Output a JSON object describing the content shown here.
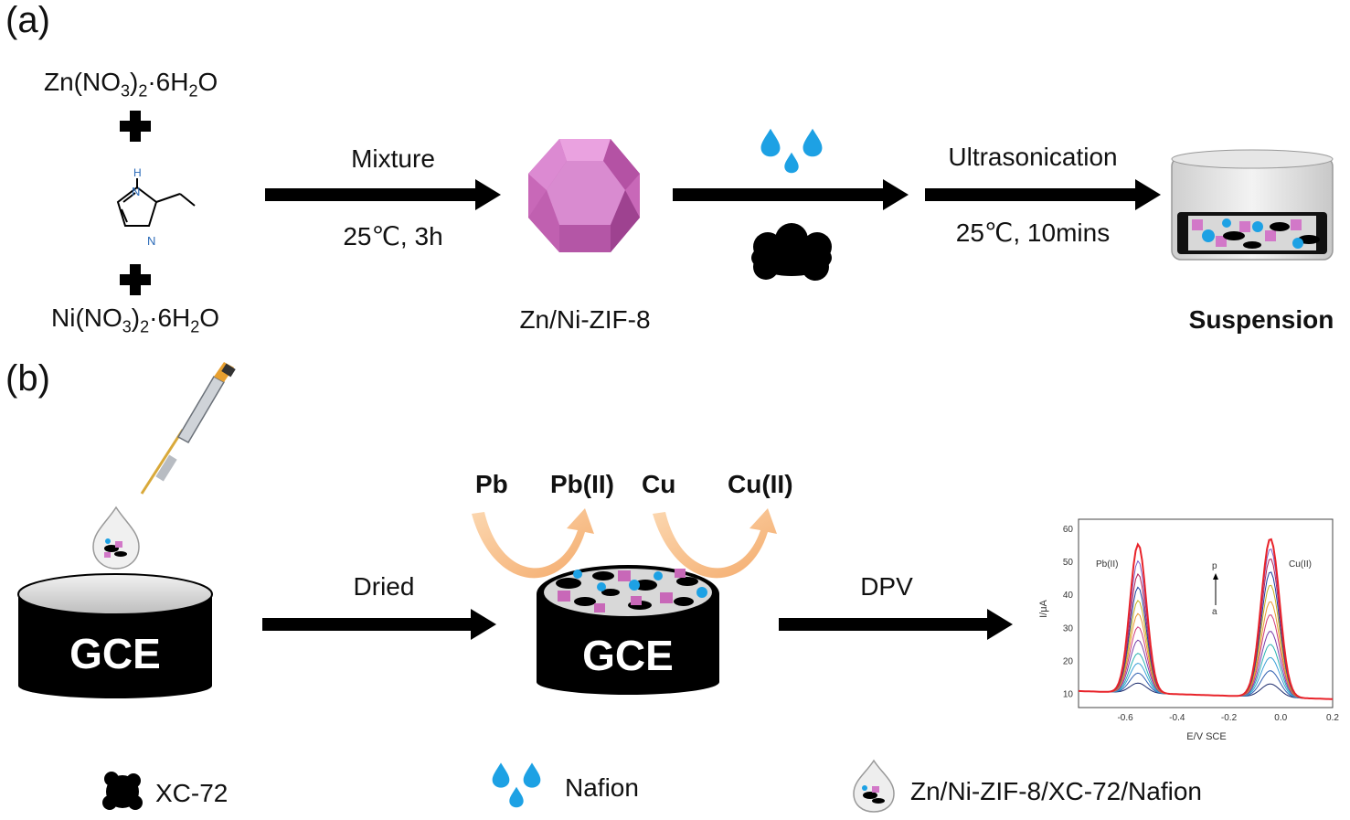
{
  "panel_a": {
    "label": "(a)",
    "reagent1": {
      "base": "Zn(NO",
      "sub1": "3",
      "mid": ")",
      "sub2": "2",
      "tail": "·6H",
      "sub3": "2",
      "end": "O"
    },
    "reagent2": {
      "base": "Ni(NO",
      "sub1": "3",
      "mid": ")",
      "sub2": "2",
      "tail": "·6H",
      "sub3": "2",
      "end": "O"
    },
    "imidazole_atoms": {
      "h": "H",
      "n1": "N",
      "n2": "N"
    },
    "step1_top": "Mixture",
    "step1_bottom": "25℃, 3h",
    "product": "Zn/Ni-ZIF-8",
    "step3_top": "Ultrasonication",
    "step3_bottom": "25℃, 10mins",
    "final": "Suspension"
  },
  "panel_b": {
    "label": "(b)",
    "electrode_label": "GCE",
    "electrode2_label": "GCE",
    "step1": "Dried",
    "metals": [
      "Pb",
      "Pb(II)",
      "Cu",
      "Cu(II)"
    ],
    "step2": "DPV"
  },
  "dpv_plot": {
    "label_pb": "Pb(II)",
    "label_cu": "Cu(II)",
    "label_p": "p",
    "label_a": "a",
    "ylabel": "I/μA",
    "xlabel": "E/V SCE",
    "xticks": [
      "-0.6",
      "-0.4",
      "-0.2",
      "0.0",
      "0.2"
    ],
    "yticks": [
      "10",
      "20",
      "30",
      "40",
      "50",
      "60"
    ]
  },
  "chart_data": {
    "type": "line",
    "xlabel": "E/V SCE",
    "ylabel": "I/μA",
    "xlim": [
      -0.78,
      0.2
    ],
    "ylim": [
      6,
      63
    ],
    "peaks": {
      "pb_x": -0.55,
      "cu_x": -0.04
    },
    "series_peak_heights": [
      {
        "pb": 13,
        "cu": 14
      },
      {
        "pb": 16,
        "cu": 18
      },
      {
        "pb": 19,
        "cu": 22
      },
      {
        "pb": 22,
        "cu": 26
      },
      {
        "pb": 26,
        "cu": 30
      },
      {
        "pb": 30,
        "cu": 35
      },
      {
        "pb": 34,
        "cu": 39
      },
      {
        "pb": 38,
        "cu": 44
      },
      {
        "pb": 42,
        "cu": 48
      },
      {
        "pb": 46,
        "cu": 52
      },
      {
        "pb": 50,
        "cu": 55
      },
      {
        "pb": 55,
        "cu": 58
      }
    ],
    "series_colors": [
      "#1b2a6b",
      "#2f5fb0",
      "#3aa0d8",
      "#2bb3b3",
      "#7a3fa8",
      "#d13a7a",
      "#e89a30",
      "#c4b020",
      "#1c3e9e",
      "#b0205a",
      "#7d5fc9",
      "#e8232a"
    ]
  },
  "legend": {
    "items": [
      "XC-72",
      "Nafion",
      "Zn/Ni-ZIF-8/XC-72/Nafion"
    ]
  },
  "colors": {
    "arrow": "#000000",
    "nafion": "#1da1e4",
    "zif": "#d278c8",
    "reaction_arrow": "#f5b07a",
    "electrode": "#000000"
  }
}
